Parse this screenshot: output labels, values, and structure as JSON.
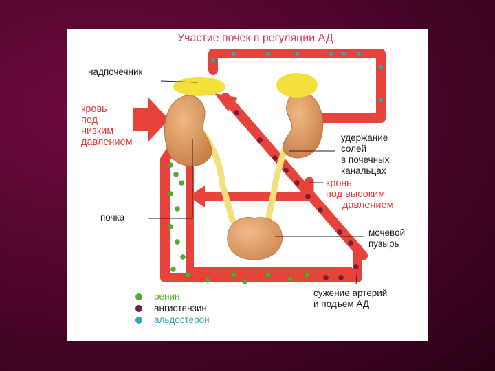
{
  "slide": {
    "title": "Участие почек в регуляции АД",
    "labels": {
      "adrenal": "надпочечник",
      "low_pressure": [
        "кровь",
        "под",
        "низким",
        "давлением"
      ],
      "salt_retention": [
        "удержание",
        "солей",
        "в почечных",
        "канальцах"
      ],
      "high_pressure": [
        "кровь",
        "под высоким",
        "давлением"
      ],
      "kidney": "почка",
      "bladder": [
        "мочевой",
        "пузырь"
      ],
      "artery_constriction": [
        "сужение артерий",
        "и подъем АД"
      ]
    },
    "legend": [
      {
        "name": "ренин",
        "color": "#4fae2a",
        "text_color": "#4fae2a"
      },
      {
        "name": "ангиотензин",
        "color": "#7a1c3c",
        "text_color": "#1c1c1c"
      },
      {
        "name": "альдостерон",
        "color": "#3aa3b0",
        "text_color": "#3aa3b0"
      }
    ],
    "colors": {
      "vessel": "#e8433a",
      "vessel_edge": "#c92e28",
      "kidney": "#dc9a60",
      "adrenal": "#f3e03a",
      "ureter": "#f2e07a",
      "bladder": "#e2a06a"
    }
  }
}
